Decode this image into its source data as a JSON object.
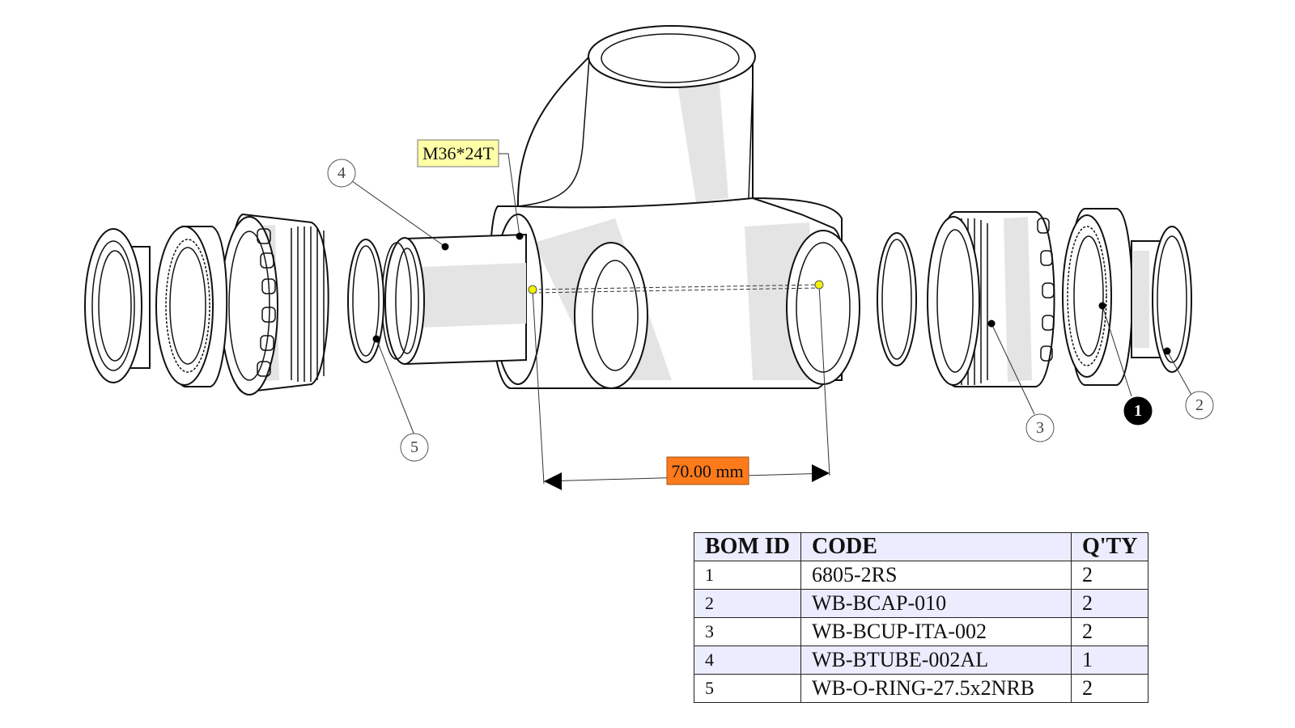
{
  "annotations": {
    "thread_spec": "M36*24T",
    "dimension": "70.00 mm"
  },
  "balloons": [
    {
      "id": "4",
      "label": "4",
      "active": false
    },
    {
      "id": "5",
      "label": "5",
      "active": false
    },
    {
      "id": "3",
      "label": "3",
      "active": false
    },
    {
      "id": "1",
      "label": "1",
      "active": true
    },
    {
      "id": "2",
      "label": "2",
      "active": false
    }
  ],
  "bom": {
    "headers": [
      "BOM ID",
      "CODE",
      "Q'TY"
    ],
    "rows": [
      [
        "1",
        "6805-2RS",
        "2"
      ],
      [
        "2",
        "WB-BCAP-010",
        "2"
      ],
      [
        "3",
        "WB-BCUP-ITA-002",
        "2"
      ],
      [
        "4",
        "WB-BTUBE-002AL",
        "1"
      ],
      [
        "5",
        "WB-O-RING-27.5x2NRB",
        "2"
      ]
    ]
  },
  "colors": {
    "thread_label_bg": "#ffffa8",
    "dimension_label_bg": "#ff7a1a",
    "table_header_bg": "#ececff",
    "active_balloon": "#000000",
    "measure_point": "#f2f200"
  }
}
